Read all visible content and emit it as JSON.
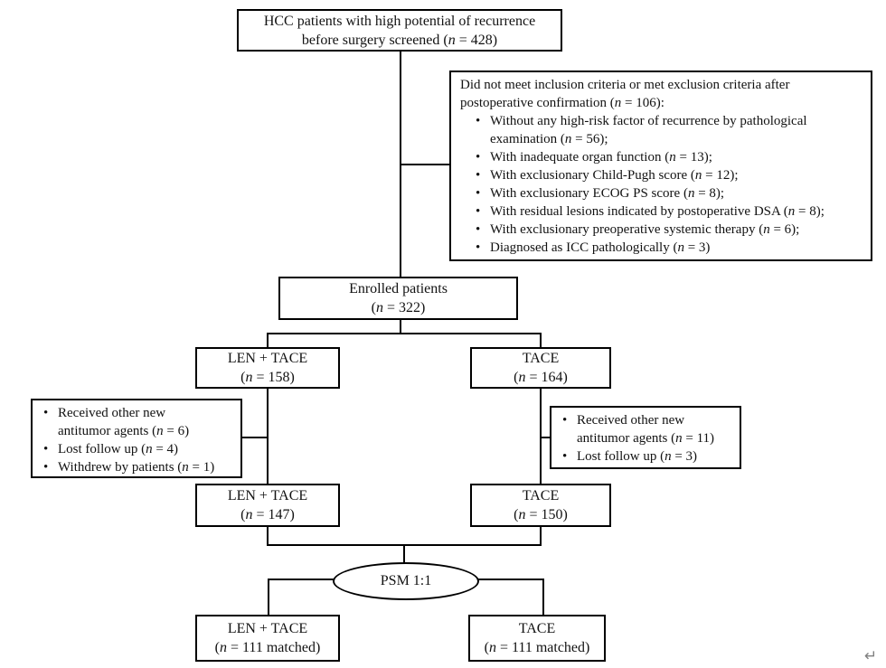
{
  "diagram": {
    "nodes": {
      "screened": [
        "HCC patients with high potential of recurrence",
        "before surgery screened (*n* = 428)"
      ],
      "enrolled": [
        "Enrolled patients",
        "(*n* = 322)"
      ],
      "len_tace_initial": [
        "LEN + TACE",
        "(*n* = 158)"
      ],
      "tace_initial": [
        "TACE",
        "(*n* = 164)"
      ],
      "len_tace_followed": [
        "LEN + TACE",
        "(*n* = 147)"
      ],
      "tace_followed": [
        "TACE",
        "(*n* = 150)"
      ],
      "psm": "PSM 1:1",
      "len_tace_matched": [
        "LEN + TACE",
        "(*n* = 111 matched)"
      ],
      "tace_matched": [
        "TACE",
        "(*n* = 111 matched)"
      ]
    },
    "exclusion_main": {
      "intro": [
        "Did not meet inclusion criteria or met exclusion criteria after",
        "postoperative confirmation (*n* = 106):"
      ],
      "bullets": [
        [
          "Without any high-risk factor of recurrence by pathological",
          "examination (*n* = 56);"
        ],
        [
          "With inadequate organ function (*n* = 13);"
        ],
        [
          "With exclusionary Child-Pugh score (*n* = 12);"
        ],
        [
          "With exclusionary ECOG PS score (*n* = 8);"
        ],
        [
          "With residual lesions indicated by postoperative DSA (*n* = 8);"
        ],
        [
          "With exclusionary preoperative systemic therapy (*n* = 6);"
        ],
        [
          "Diagnosed as ICC pathologically (*n* = 3)"
        ]
      ]
    },
    "dropout_left": {
      "bullets": [
        [
          "Received other new",
          "antitumor agents (*n* = 6)"
        ],
        [
          "Lost follow up (*n* = 4)"
        ],
        [
          "Withdrew by patients (*n* = 1)"
        ]
      ]
    },
    "dropout_right": {
      "bullets": [
        [
          "Received other new",
          "antitumor agents (*n* = 11)"
        ],
        [
          "Lost follow up (*n* = 3)"
        ]
      ]
    },
    "bullet_glyph": "•",
    "paragraph_mark": "↵",
    "colors": {
      "line": "#000000",
      "background": "#ffffff",
      "paragraph_mark": "#808080"
    }
  }
}
